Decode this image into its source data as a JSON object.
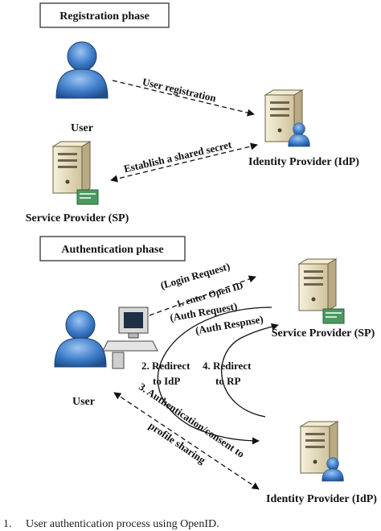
{
  "registration_phase": {
    "title": "Registration phase",
    "user_label": "User",
    "idp_label": "Identity Provider (IdP)",
    "sp_label": "Service Provider (SP)",
    "edge_user_idp": "User registration",
    "edge_sp_idp": "Establish a shared secret"
  },
  "authentication_phase": {
    "title": "Authentication phase",
    "user_label": "User",
    "sp_label": "Service Provider (SP)",
    "idp_label": "Identity Provider (IdP)",
    "login_request": "(Login Request)",
    "enter_openid": "1. enter Open ID",
    "auth_request": "(Auth Request)",
    "auth_response": "(Auth Respnse)",
    "redirect_idp_1": "2. Redirect",
    "redirect_idp_2": "to IdP",
    "redirect_rp_1": "4. Redirect",
    "redirect_rp_2": "to RP",
    "auth_consent_1": "3. Authentication/consent to",
    "auth_consent_2": "profile sharing"
  },
  "caption": {
    "number": "1.",
    "text": "User authentication process using OpenID."
  },
  "colors": {
    "user_blue": "#3d7cc9",
    "server_beige": "#e9dfbf",
    "card_green": "#4a9a60"
  },
  "icons": [
    "user-icon",
    "server-icon",
    "computer-icon",
    "card-icon"
  ]
}
